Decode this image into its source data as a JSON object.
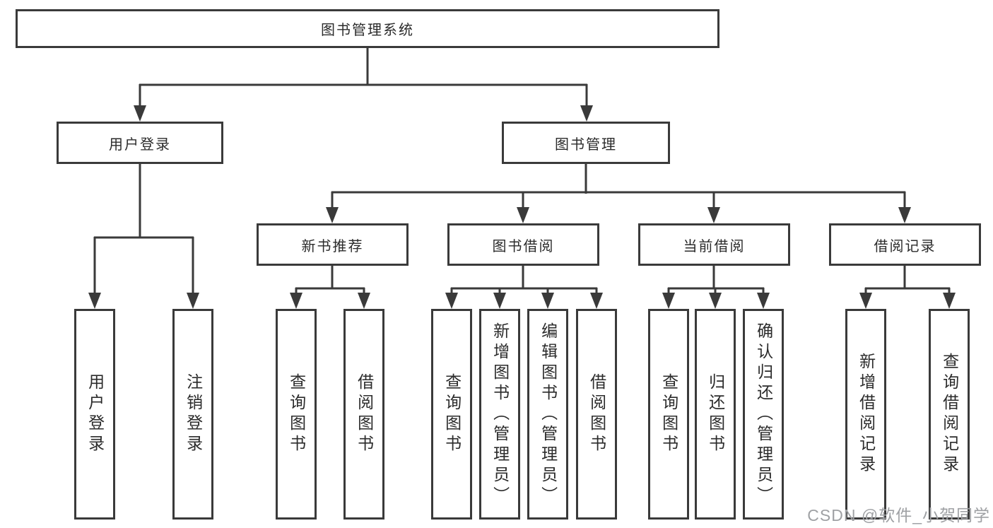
{
  "diagram": {
    "title_note": "library management system feature breakdown tree",
    "root": {
      "label": "图书管理系统"
    },
    "level2": [
      {
        "id": "user-login",
        "label": "用户登录"
      },
      {
        "id": "book-management",
        "label": "图书管理"
      }
    ],
    "level3": [
      {
        "id": "new-book-recommend",
        "label": "新书推荐"
      },
      {
        "id": "book-borrowing",
        "label": "图书借阅"
      },
      {
        "id": "current-borrowing",
        "label": "当前借阅"
      },
      {
        "id": "borrowing-records",
        "label": "借阅记录"
      }
    ],
    "leaves": {
      "user_login": [
        "用户登录",
        "注销登录"
      ],
      "new_book": [
        "查询图书",
        "借阅图书"
      ],
      "book_borrow": [
        "查询图书",
        "新增图书（管理员）",
        "编辑图书（管理员）",
        "借阅图书"
      ],
      "current_borrow": [
        "查询图书",
        "归还图书",
        "确认归还（管理员）"
      ],
      "borrow_record": [
        "新增借阅记录",
        "查询借阅记录"
      ]
    }
  },
  "watermark": {
    "text": "CSDN @软件_小贺同学",
    "color": "#9fa1a4"
  },
  "colors": {
    "line": "#3a3a3a",
    "box_border": "#3a3a3a",
    "text": "#2b2b2b",
    "background": "#ffffff"
  }
}
